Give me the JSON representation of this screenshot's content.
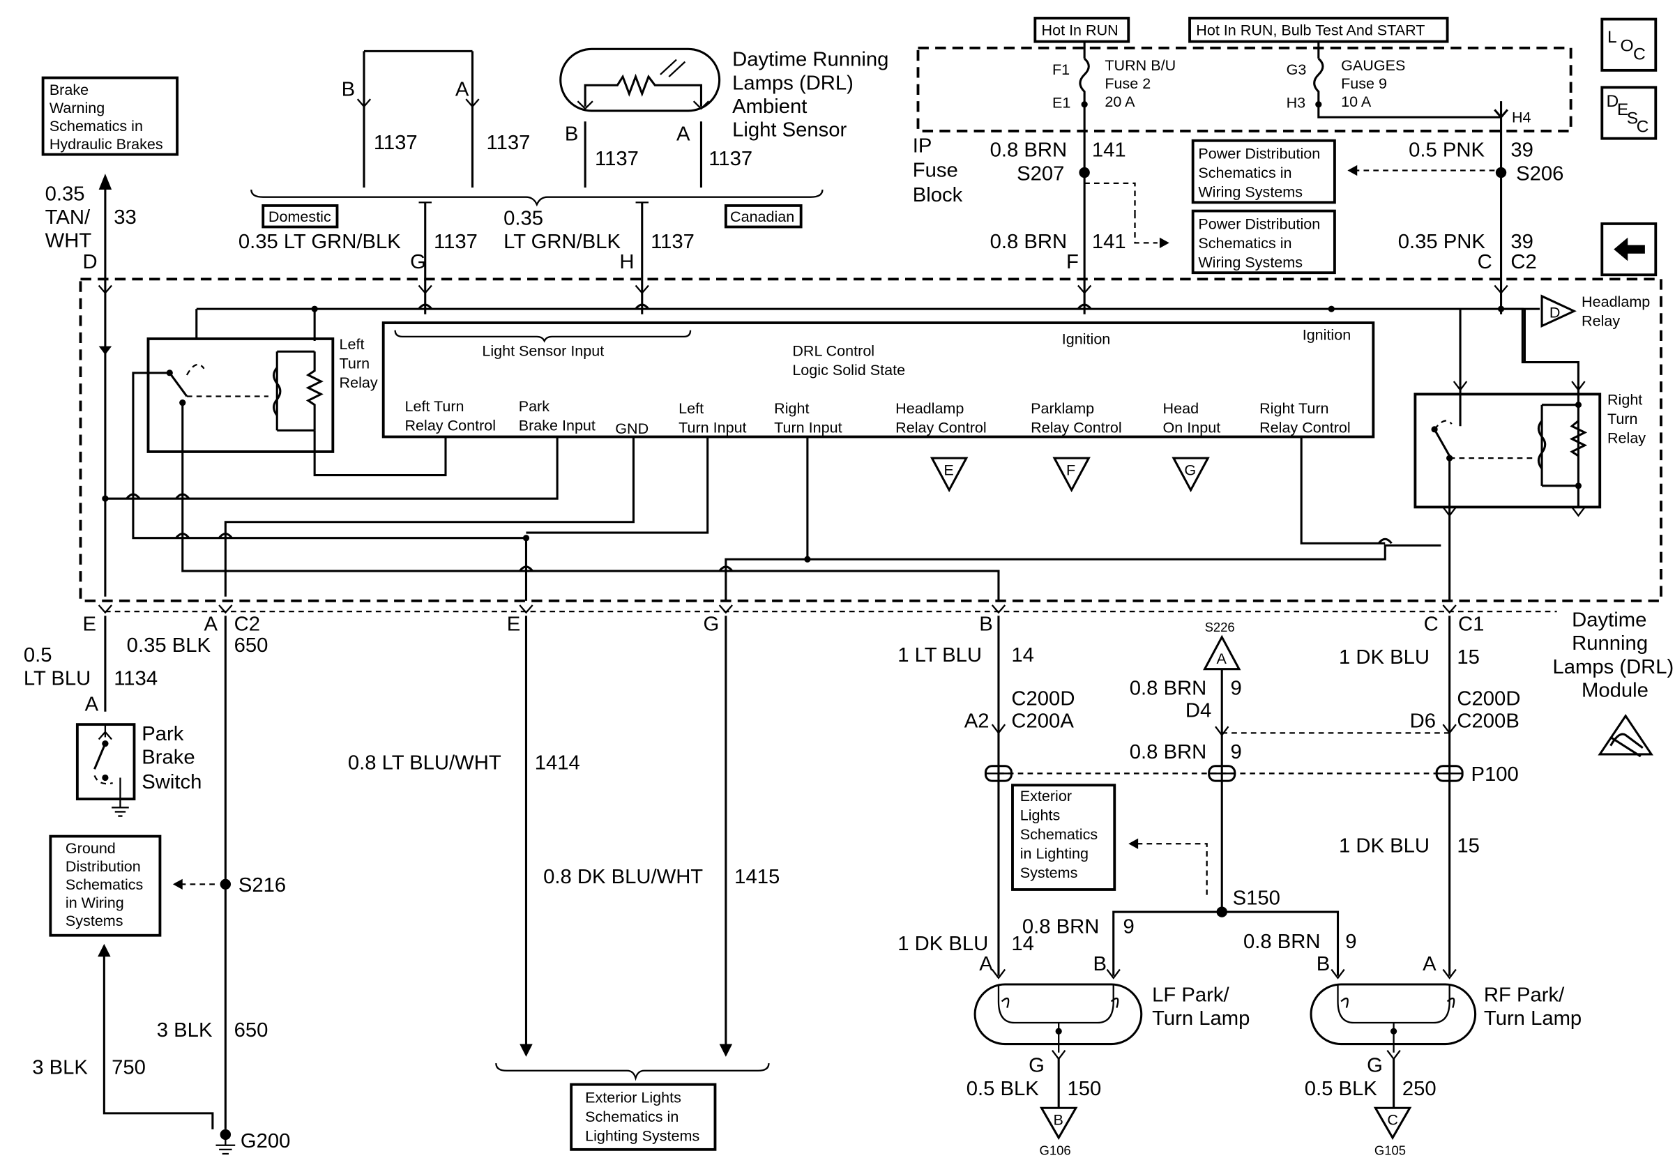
{
  "top": {
    "hot_run": "Hot In RUN",
    "hot_bulb": "Hot In RUN, Bulb Test And START",
    "loc": "LOC",
    "desc": "DESC",
    "f1": "F1",
    "e1": "E1",
    "g3": "G3",
    "h3": "H3",
    "h4": "H4",
    "turn_bu": "TURN B/U",
    "fuse2": "Fuse 2",
    "fuse2_amp": "20 A",
    "gauges": "GAUGES",
    "fuse9": "Fuse 9",
    "fuse9_amp": "10 A",
    "ip_fuse_1": "IP",
    "ip_fuse_2": "Fuse",
    "ip_fuse_3": "Block",
    "brn_08a": "0.8 BRN",
    "c141a": "141",
    "s207": "S207",
    "brn_08b": "0.8 BRN",
    "c141b": "141",
    "pin_f": "F",
    "pnk_05": "0.5 PNK",
    "c39a": "39",
    "s206": "S206",
    "pnk_035": "0.35 PNK",
    "c39b": "39",
    "pin_c": "C",
    "c2": "C2",
    "pds1": [
      "Power Distribution",
      "Schematics in",
      "Wiring Systems"
    ],
    "pds2": [
      "Power Distribution",
      "Schematics in",
      "Wiring Systems"
    ]
  },
  "sensor": {
    "title": [
      "Daytime Running",
      "Lamps (DRL)",
      "Ambient",
      "Light Sensor"
    ],
    "b1": "B",
    "a1": "A",
    "b2": "B",
    "a2": "A",
    "c1137": "1137",
    "domestic": "Domestic",
    "canadian": "Canadian",
    "ltgrn_1": "0.35 LT GRN/BLK",
    "ltgrn_2a": "0.35",
    "ltgrn_2b": "LT GRN/BLK",
    "pin_g": "G",
    "pin_h": "H"
  },
  "left_top": {
    "brake_box": [
      "Brake",
      "Warning",
      "Schematics in",
      "Hydraulic Brakes"
    ],
    "wire": [
      "0.35",
      "TAN/",
      "WHT"
    ],
    "c33": "33",
    "pin_d": "D"
  },
  "module": {
    "left_relay": [
      "Left",
      "Turn",
      "Relay"
    ],
    "right_relay": [
      "Right",
      "Turn",
      "Relay"
    ],
    "headlamp_relay": [
      "Headlamp",
      "Relay"
    ],
    "d": "D",
    "light_sensor_input": "Light Sensor Input",
    "drl_control": [
      "DRL Control",
      "Logic Solid State"
    ],
    "ignition1": "Ignition",
    "ignition2": "Ignition",
    "inputs": [
      [
        "Left Turn",
        "Relay Control"
      ],
      [
        "Park",
        "Brake Input"
      ],
      [
        "GND",
        ""
      ],
      [
        "Left",
        "Turn Input"
      ],
      [
        "Right",
        "Turn Input"
      ],
      [
        "Headlamp",
        "Relay Control"
      ],
      [
        "Parklamp",
        "Relay Control"
      ],
      [
        "Head",
        "On Input"
      ],
      [
        "Right Turn",
        "Relay Control"
      ]
    ],
    "tri_e": "E",
    "tri_f": "F",
    "tri_g": "G",
    "module_name": [
      "Daytime",
      "Running",
      "Lamps (DRL)",
      "Module"
    ]
  },
  "bottom": {
    "e1": "E",
    "a": "A",
    "c2": "C2",
    "e2": "E",
    "g": "G",
    "b": "B",
    "c": "C",
    "c1": "C1",
    "ltblu_05": [
      "0.5",
      "LT BLU"
    ],
    "c1134": "1134",
    "pin_a": "A",
    "blk_035": "0.35 BLK",
    "c650": "650",
    "park_brake": [
      "Park",
      "Brake",
      "Switch"
    ],
    "gnd_box": [
      "Ground",
      "Distribution",
      "Schematics",
      "in Wiring",
      "Systems"
    ],
    "s216": "S216",
    "blk3_a": "3 BLK",
    "c650b": "650",
    "blk3_b": "3 BLK",
    "c750": "750",
    "g200": "G200",
    "ltbluwht": "0.8 LT BLU/WHT",
    "c1414": "1414",
    "dkbluwht": "0.8 DK BLU/WHT",
    "c1415": "1415",
    "ext_box": [
      "Exterior Lights",
      "Schematics in",
      "Lighting Systems"
    ],
    "ltblu_1": "1 LT BLU",
    "c14": "14",
    "c200d_1": "C200D",
    "c200a": "C200A",
    "a2": "A2",
    "s226": "S226",
    "tri_a": "A",
    "brn_d4": "0.8 BRN",
    "c9a": "9",
    "d4": "D4",
    "brn_p": "0.8 BRN",
    "c9b": "9",
    "dkblu_1": "1 DK BLU",
    "c15": "15",
    "c200d_2": "C200D",
    "c200b": "C200B",
    "d6": "D6",
    "p100": "P100",
    "ext_box2": [
      "Exterior",
      "Lights",
      "Schematics",
      "in Lighting",
      "Systems"
    ],
    "dkblu_2": "1 DK BLU",
    "c15b": "15",
    "s150": "S150",
    "brn_l": "0.8 BRN",
    "c9l": "9",
    "brn_r": "0.8 BRN",
    "c9r": "9",
    "dkblu_3": "1 DK BLU",
    "c14b": "14",
    "lf_a": "A",
    "lf_b": "B",
    "rf_b": "B",
    "rf_a": "A",
    "lf_lamp": [
      "LF Park/",
      "Turn Lamp"
    ],
    "rf_lamp": [
      "RF Park/",
      "Turn Lamp"
    ],
    "lf_g": "G",
    "blk_150": "0.5 BLK",
    "c150": "150",
    "tri_b": "B",
    "g106": "G106",
    "rf_g": "G",
    "blk_250": "0.5 BLK",
    "c250": "250",
    "tri_c": "C",
    "g105": "G105"
  }
}
